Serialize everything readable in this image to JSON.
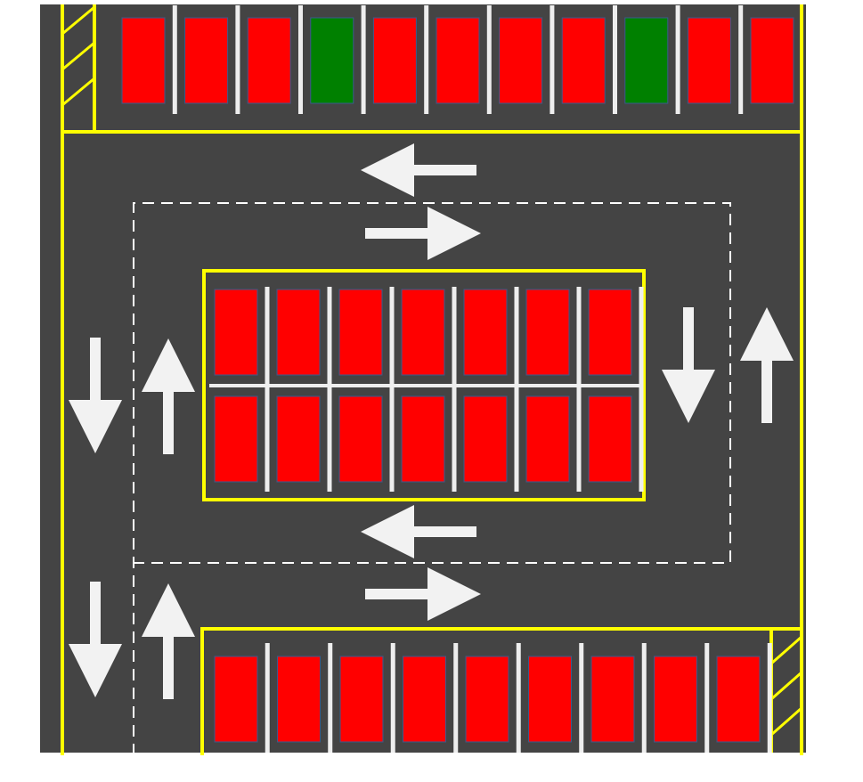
{
  "colors": {
    "background": "#ffffff",
    "asphalt": "#444444",
    "lane_line": "#ffff00",
    "divider": "#eeeeee",
    "dashed_line": "#ffffff",
    "arrow": "#f2f2f2",
    "occupied": "#ff0000",
    "available": "#008000",
    "spot_border": "#3a5a8c"
  },
  "legend_semantics": {
    "occupied": "red-spot",
    "available": "green-spot"
  },
  "rows": [
    {
      "id": "top-row",
      "statuses": [
        "occupied",
        "occupied",
        "occupied",
        "available",
        "occupied",
        "occupied",
        "occupied",
        "occupied",
        "available",
        "occupied",
        "occupied"
      ]
    },
    {
      "id": "middle-upper-row",
      "statuses": [
        "occupied",
        "occupied",
        "occupied",
        "occupied",
        "occupied",
        "occupied",
        "occupied"
      ]
    },
    {
      "id": "middle-lower-row",
      "statuses": [
        "occupied",
        "occupied",
        "occupied",
        "occupied",
        "occupied",
        "occupied",
        "occupied"
      ]
    },
    {
      "id": "bottom-row",
      "statuses": [
        "occupied",
        "occupied",
        "occupied",
        "occupied",
        "occupied",
        "occupied",
        "occupied",
        "occupied",
        "occupied"
      ]
    }
  ],
  "arrows": [
    {
      "id": "top-lane-left-arrow",
      "direction": "left"
    },
    {
      "id": "top-lane-right-arrow",
      "direction": "right"
    },
    {
      "id": "left-outer-down-arrow-upper",
      "direction": "down"
    },
    {
      "id": "left-inner-up-arrow-upper",
      "direction": "up"
    },
    {
      "id": "right-inner-down-arrow",
      "direction": "down"
    },
    {
      "id": "right-outer-up-arrow",
      "direction": "up"
    },
    {
      "id": "bottom-lane-left-arrow",
      "direction": "left"
    },
    {
      "id": "bottom-lane-right-arrow",
      "direction": "right"
    },
    {
      "id": "left-outer-down-arrow-lower",
      "direction": "down"
    },
    {
      "id": "left-inner-up-arrow-lower",
      "direction": "up"
    }
  ]
}
